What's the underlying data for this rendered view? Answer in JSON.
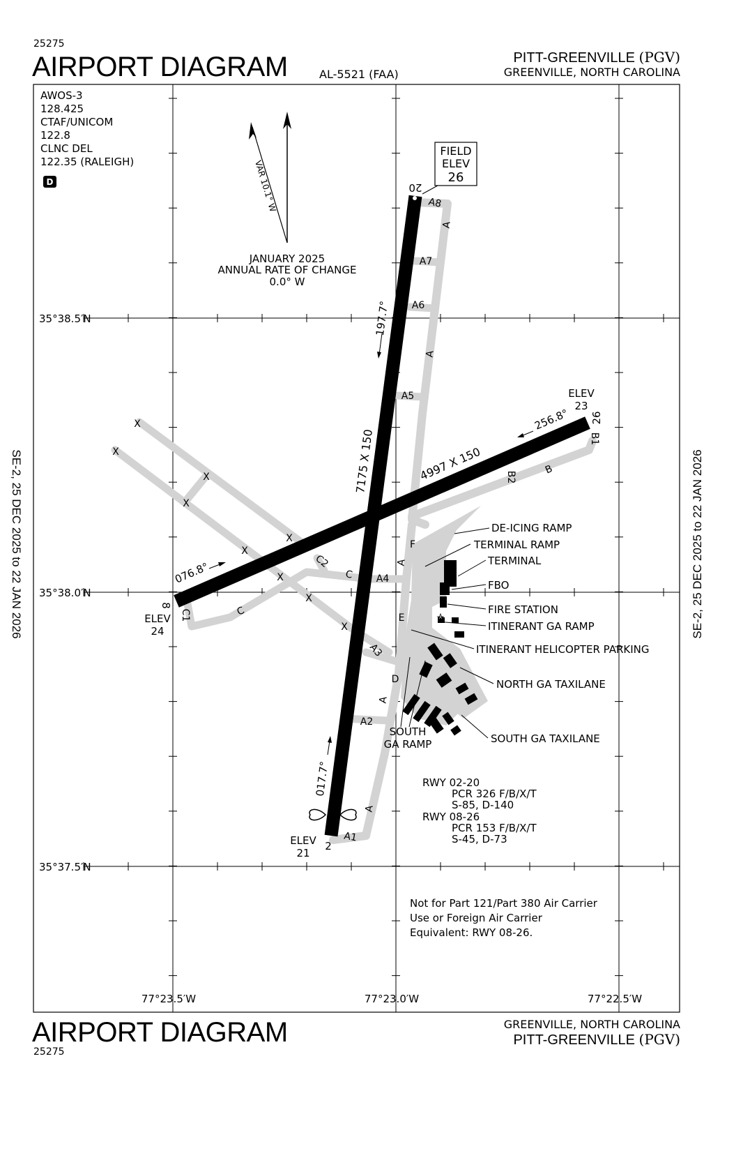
{
  "header": {
    "chart_number": "25275",
    "title": "AIRPORT DIAGRAM",
    "procedure_id": "AL-5521 (FAA)",
    "airport_name": "PITT-GREENVILLE",
    "airport_code": "(PGV)",
    "city_state": "GREENVILLE, NORTH CAROLINA"
  },
  "footer": {
    "title": "AIRPORT DIAGRAM",
    "chart_number": "25275",
    "city_state": "GREENVILLE, NORTH CAROLINA",
    "airport_name": "PITT-GREENVILLE",
    "airport_code": "(PGV)"
  },
  "side_margin": {
    "left": "SE-2,  25 DEC 2025  to  22 JAN 2026",
    "right": "SE-2,  25 DEC 2025  to  22 JAN 2026"
  },
  "communications": {
    "lines": [
      "AWOS-3",
      "128.425",
      "CTAF/UNICOM",
      "122.8",
      "CLNC DEL",
      "122.35 (RALEIGH)"
    ],
    "badge": "D"
  },
  "magnetic_variation": {
    "label": "VAR 10.1° W",
    "rate_lines": [
      "JANUARY 2025",
      "ANNUAL RATE OF CHANGE",
      "0.0° W"
    ]
  },
  "field_elevation": {
    "lines": [
      "FIELD",
      "ELEV",
      "26"
    ]
  },
  "coordinates": {
    "latitudes": [
      "35°38.5′N",
      "35°38.0′N",
      "35°37.5′N"
    ],
    "longitudes": [
      "77°23.5′W",
      "77°23.0′W",
      "77°22.5′W"
    ]
  },
  "runways": {
    "rwy_02_20": {
      "dimensions": "7175 X 150",
      "end_02": "2",
      "end_20": "20",
      "heading_02": "017.7°",
      "heading_20": "197.7°",
      "elev_02": [
        "ELEV",
        "21"
      ]
    },
    "rwy_08_26": {
      "dimensions": "4997 X 150",
      "end_08": "8",
      "end_26": "26",
      "heading_08": "076.8°",
      "heading_26": "256.8°",
      "elev_08": [
        "ELEV",
        "24"
      ],
      "elev_26": [
        "ELEV",
        "23"
      ]
    }
  },
  "taxiway_labels": [
    "A8",
    "A7",
    "A6",
    "A5",
    "A4",
    "A3",
    "A2",
    "A1",
    "A",
    "B",
    "B1",
    "B2",
    "C",
    "C1",
    "C2",
    "D",
    "E",
    "F",
    "X"
  ],
  "facilities": [
    "DE-ICING RAMP",
    "TERMINAL RAMP",
    "TERMINAL",
    "FBO",
    "FIRE STATION",
    "ITINERANT GA RAMP",
    "ITINERANT HELICOPTER PARKING",
    "NORTH GA TAXILANE",
    "SOUTH GA TAXILANE"
  ],
  "south_ga_ramp": [
    "SOUTH",
    "GA RAMP"
  ],
  "pavement_info": [
    {
      "runway": "RWY 02-20",
      "pcr": "PCR 326 F/B/X/T",
      "strength": "S-85, D-140"
    },
    {
      "runway": "RWY 08-26",
      "pcr": "PCR 153 F/B/X/T",
      "strength": "S-45, D-73"
    }
  ],
  "notice": [
    "Not for Part 121/Part 380 Air Carrier",
    "Use or Foreign Air Carrier",
    "Equivalent: RWY 08-26."
  ],
  "colors": {
    "ink": "#000000",
    "taxiway": "#d3d3d3",
    "background": "#ffffff"
  }
}
